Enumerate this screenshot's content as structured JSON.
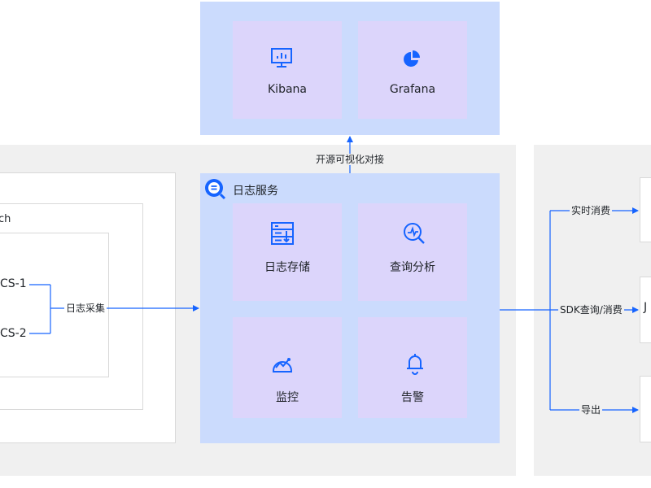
{
  "visual_panel": {
    "tiles": [
      {
        "label": "Kibana",
        "icon": "monitor-chart-icon"
      },
      {
        "label": "Grafana",
        "icon": "pie-chart-icon"
      }
    ]
  },
  "edges": {
    "open_source_visualization": "开源可视化对接",
    "log_collection": "日志采集",
    "realtime_consume": "实时消费",
    "sdk_query_consume": "SDK查询/消费",
    "export": "导出"
  },
  "log_service": {
    "title": "日志服务",
    "tiles": [
      {
        "label": "日志存储",
        "icon": "storage-icon"
      },
      {
        "label": "查询分析",
        "icon": "search-analysis-icon"
      },
      {
        "label": "监控",
        "icon": "monitor-icon"
      },
      {
        "label": "告警",
        "icon": "alarm-bell-icon"
      }
    ]
  },
  "left": {
    "partial_title": "ch",
    "nodes": [
      "CS-1",
      "CS-2"
    ]
  },
  "right": {
    "partial_node_label": "J"
  },
  "colors": {
    "grey_panel": "#f0f0f0",
    "blue_panel": "#cbdbfd",
    "tile": "#dcd5fb",
    "accent": "#1664ff"
  }
}
